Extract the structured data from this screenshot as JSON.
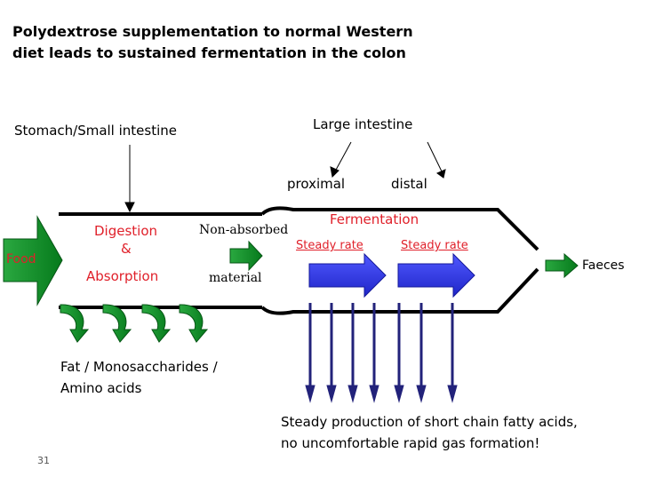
{
  "title_line1": "Polydextrose supplementation to normal Western",
  "title_line2": "diet leads to sustained fermentation in the colon",
  "stomach_label": "Stomach/Small intestine",
  "large_intestine_label": "Large intestine",
  "proximal_label": "proximal",
  "distal_label": "distal",
  "food_label": "Food",
  "digestion_label": "Digestion",
  "ampersand_label": "&",
  "absorption_label": "Absorption",
  "non_absorbed_label": "Non-absorbed",
  "material_label": "material",
  "fermentation_label": "Fermentation",
  "steady_rate_1": "Steady rate",
  "steady_rate_2": "Steady rate",
  "faeces_label": "Faeces",
  "absorbed_line1": "Fat / Monosaccharides /",
  "absorbed_line2": "Amino acids",
  "scfa_line1": "Steady production of short chain fatty acids,",
  "scfa_line2": "no uncomfortable rapid gas formation!",
  "slide_number": "31",
  "colors": {
    "green": "#0e9a2a",
    "blue": "#2f37e6",
    "navy": "#22227a",
    "red": "#e0202a"
  }
}
